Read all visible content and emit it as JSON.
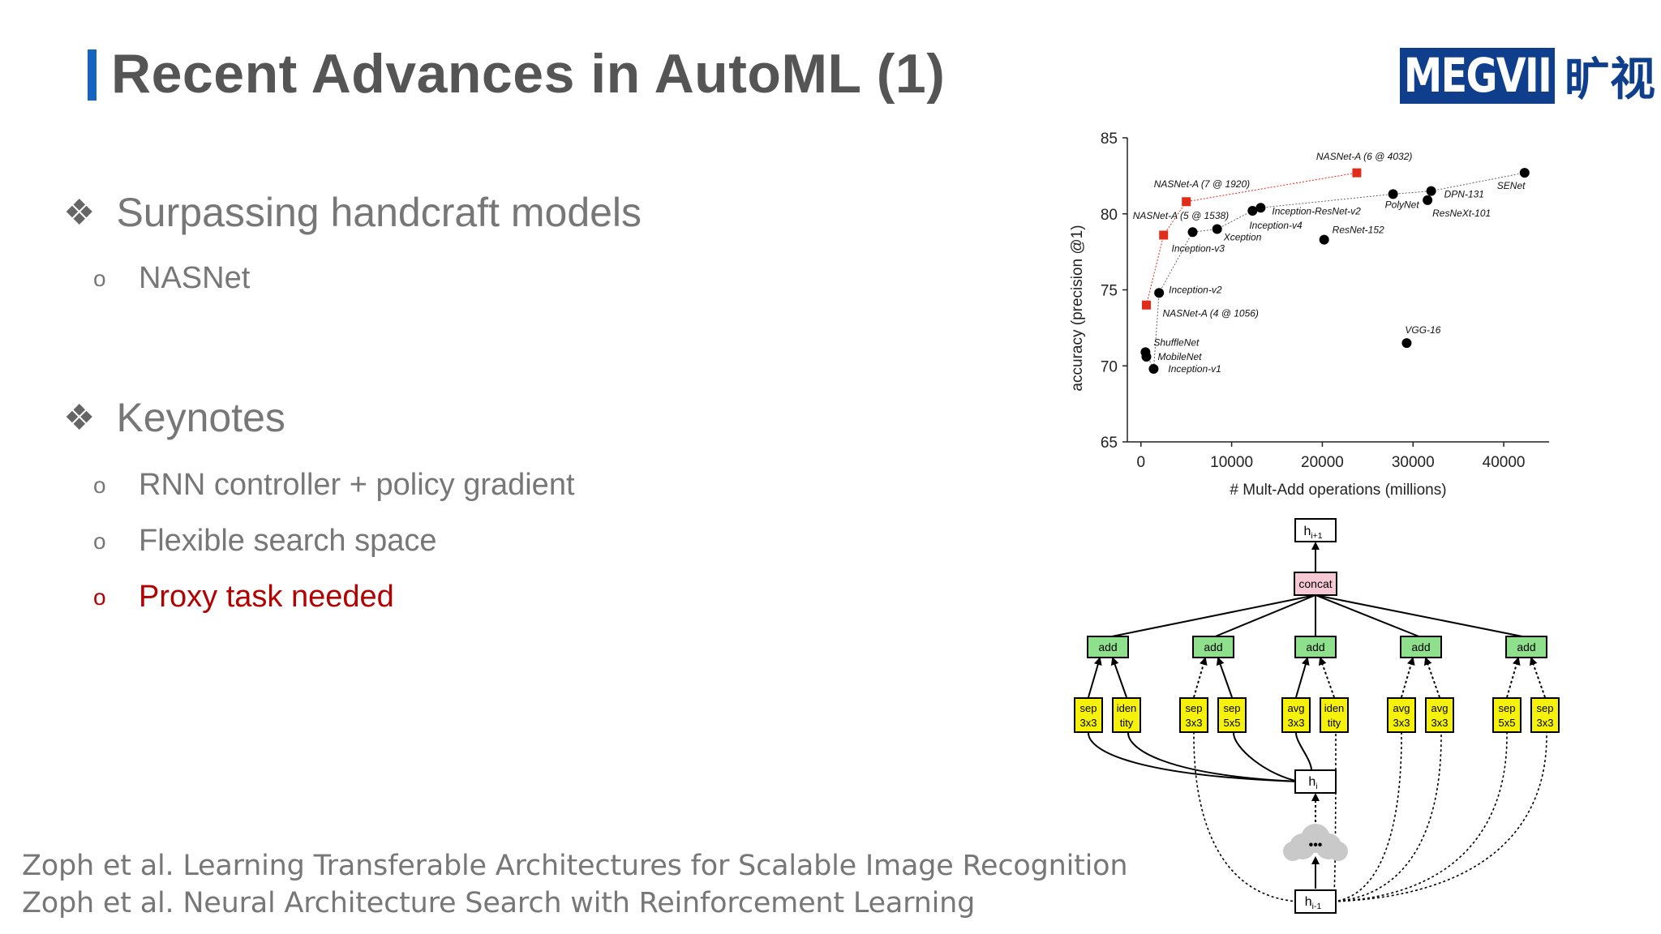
{
  "slide": {
    "title": "Recent Advances in AutoML (1)",
    "logo_text": "MEGVII",
    "logo_cn": "旷视",
    "accent_color": "#1565c0",
    "highlight_color": "#b30000",
    "bullets": [
      {
        "symbol": "❖",
        "label": "Surpassing handcraft models",
        "subs": [
          "NASNet"
        ]
      },
      {
        "symbol": "❖",
        "label": "Keynotes",
        "subs": [
          "RNN controller + policy gradient",
          "Flexible search space",
          "Proxy task needed"
        ]
      }
    ],
    "sub_marker": "o",
    "references": [
      "Zoph et al. Learning Transferable Architectures for Scalable Image Recognition",
      "Zoph et al. Neural Architecture Search with Reinforcement Learning"
    ]
  },
  "chart": {
    "ylabel": "accuracy (precision @1)",
    "xlabel": "# Mult-Add operations (millions)",
    "xticks": [
      "0",
      "10000",
      "20000",
      "30000",
      "40000"
    ],
    "yticks": [
      "65",
      "70",
      "75",
      "80",
      "85"
    ]
  },
  "chart_data": {
    "type": "scatter",
    "xlim": [
      -1500,
      45000
    ],
    "ylim": [
      65,
      85
    ],
    "series": [
      {
        "color": "#e32b1a",
        "marker": "square",
        "points": [
          {
            "x": 600,
            "y": 74.0,
            "label": "NASNet-A (4 @ 1056)"
          },
          {
            "x": 2500,
            "y": 78.6,
            "label": "NASNet-A (5 @ 1538)"
          },
          {
            "x": 5000,
            "y": 80.8,
            "label": "NASNet-A (7 @ 1920)"
          },
          {
            "x": 23800,
            "y": 82.7,
            "label": "NASNet-A (6 @ 4032)"
          }
        ]
      },
      {
        "color": "#000000",
        "marker": "circle",
        "points": [
          {
            "x": 500,
            "y": 70.9,
            "label": "ShuffleNet"
          },
          {
            "x": 600,
            "y": 70.6,
            "label": "MobileNet"
          },
          {
            "x": 1400,
            "y": 69.8,
            "label": "Inception-v1"
          },
          {
            "x": 2000,
            "y": 74.8,
            "label": "Inception-v2"
          },
          {
            "x": 5700,
            "y": 78.8,
            "label": "Inception-v3"
          },
          {
            "x": 8400,
            "y": 79.0,
            "label": "Xception"
          },
          {
            "x": 12300,
            "y": 80.2,
            "label": "Inception-v4"
          },
          {
            "x": 13200,
            "y": 80.4,
            "label": "Inception-ResNet-v2"
          },
          {
            "x": 20200,
            "y": 78.3,
            "label": "ResNet-152"
          },
          {
            "x": 27800,
            "y": 81.3,
            "label": "PolyNet"
          },
          {
            "x": 31600,
            "y": 80.9,
            "label": "ResNeXt-101"
          },
          {
            "x": 32000,
            "y": 81.5,
            "label": "DPN-131"
          },
          {
            "x": 42300,
            "y": 82.7,
            "label": "SENet"
          },
          {
            "x": 29300,
            "y": 71.5,
            "label": "VGG-16"
          }
        ]
      }
    ]
  },
  "diagram": {
    "top_node": "h",
    "top_sub": "i+1",
    "concat": "concat",
    "hi": "h",
    "hi_sub": "i",
    "hprev": "h",
    "hprev_sub": "i-1",
    "ellipsis": "•••",
    "add_label": "add",
    "groups": [
      [
        "sep 3x3",
        "iden tity"
      ],
      [
        "sep 3x3",
        "sep 5x5"
      ],
      [
        "avg 3x3",
        "iden tity"
      ],
      [
        "avg 3x3",
        "avg 3x3"
      ],
      [
        "sep 5x5",
        "sep 3x3"
      ]
    ]
  }
}
